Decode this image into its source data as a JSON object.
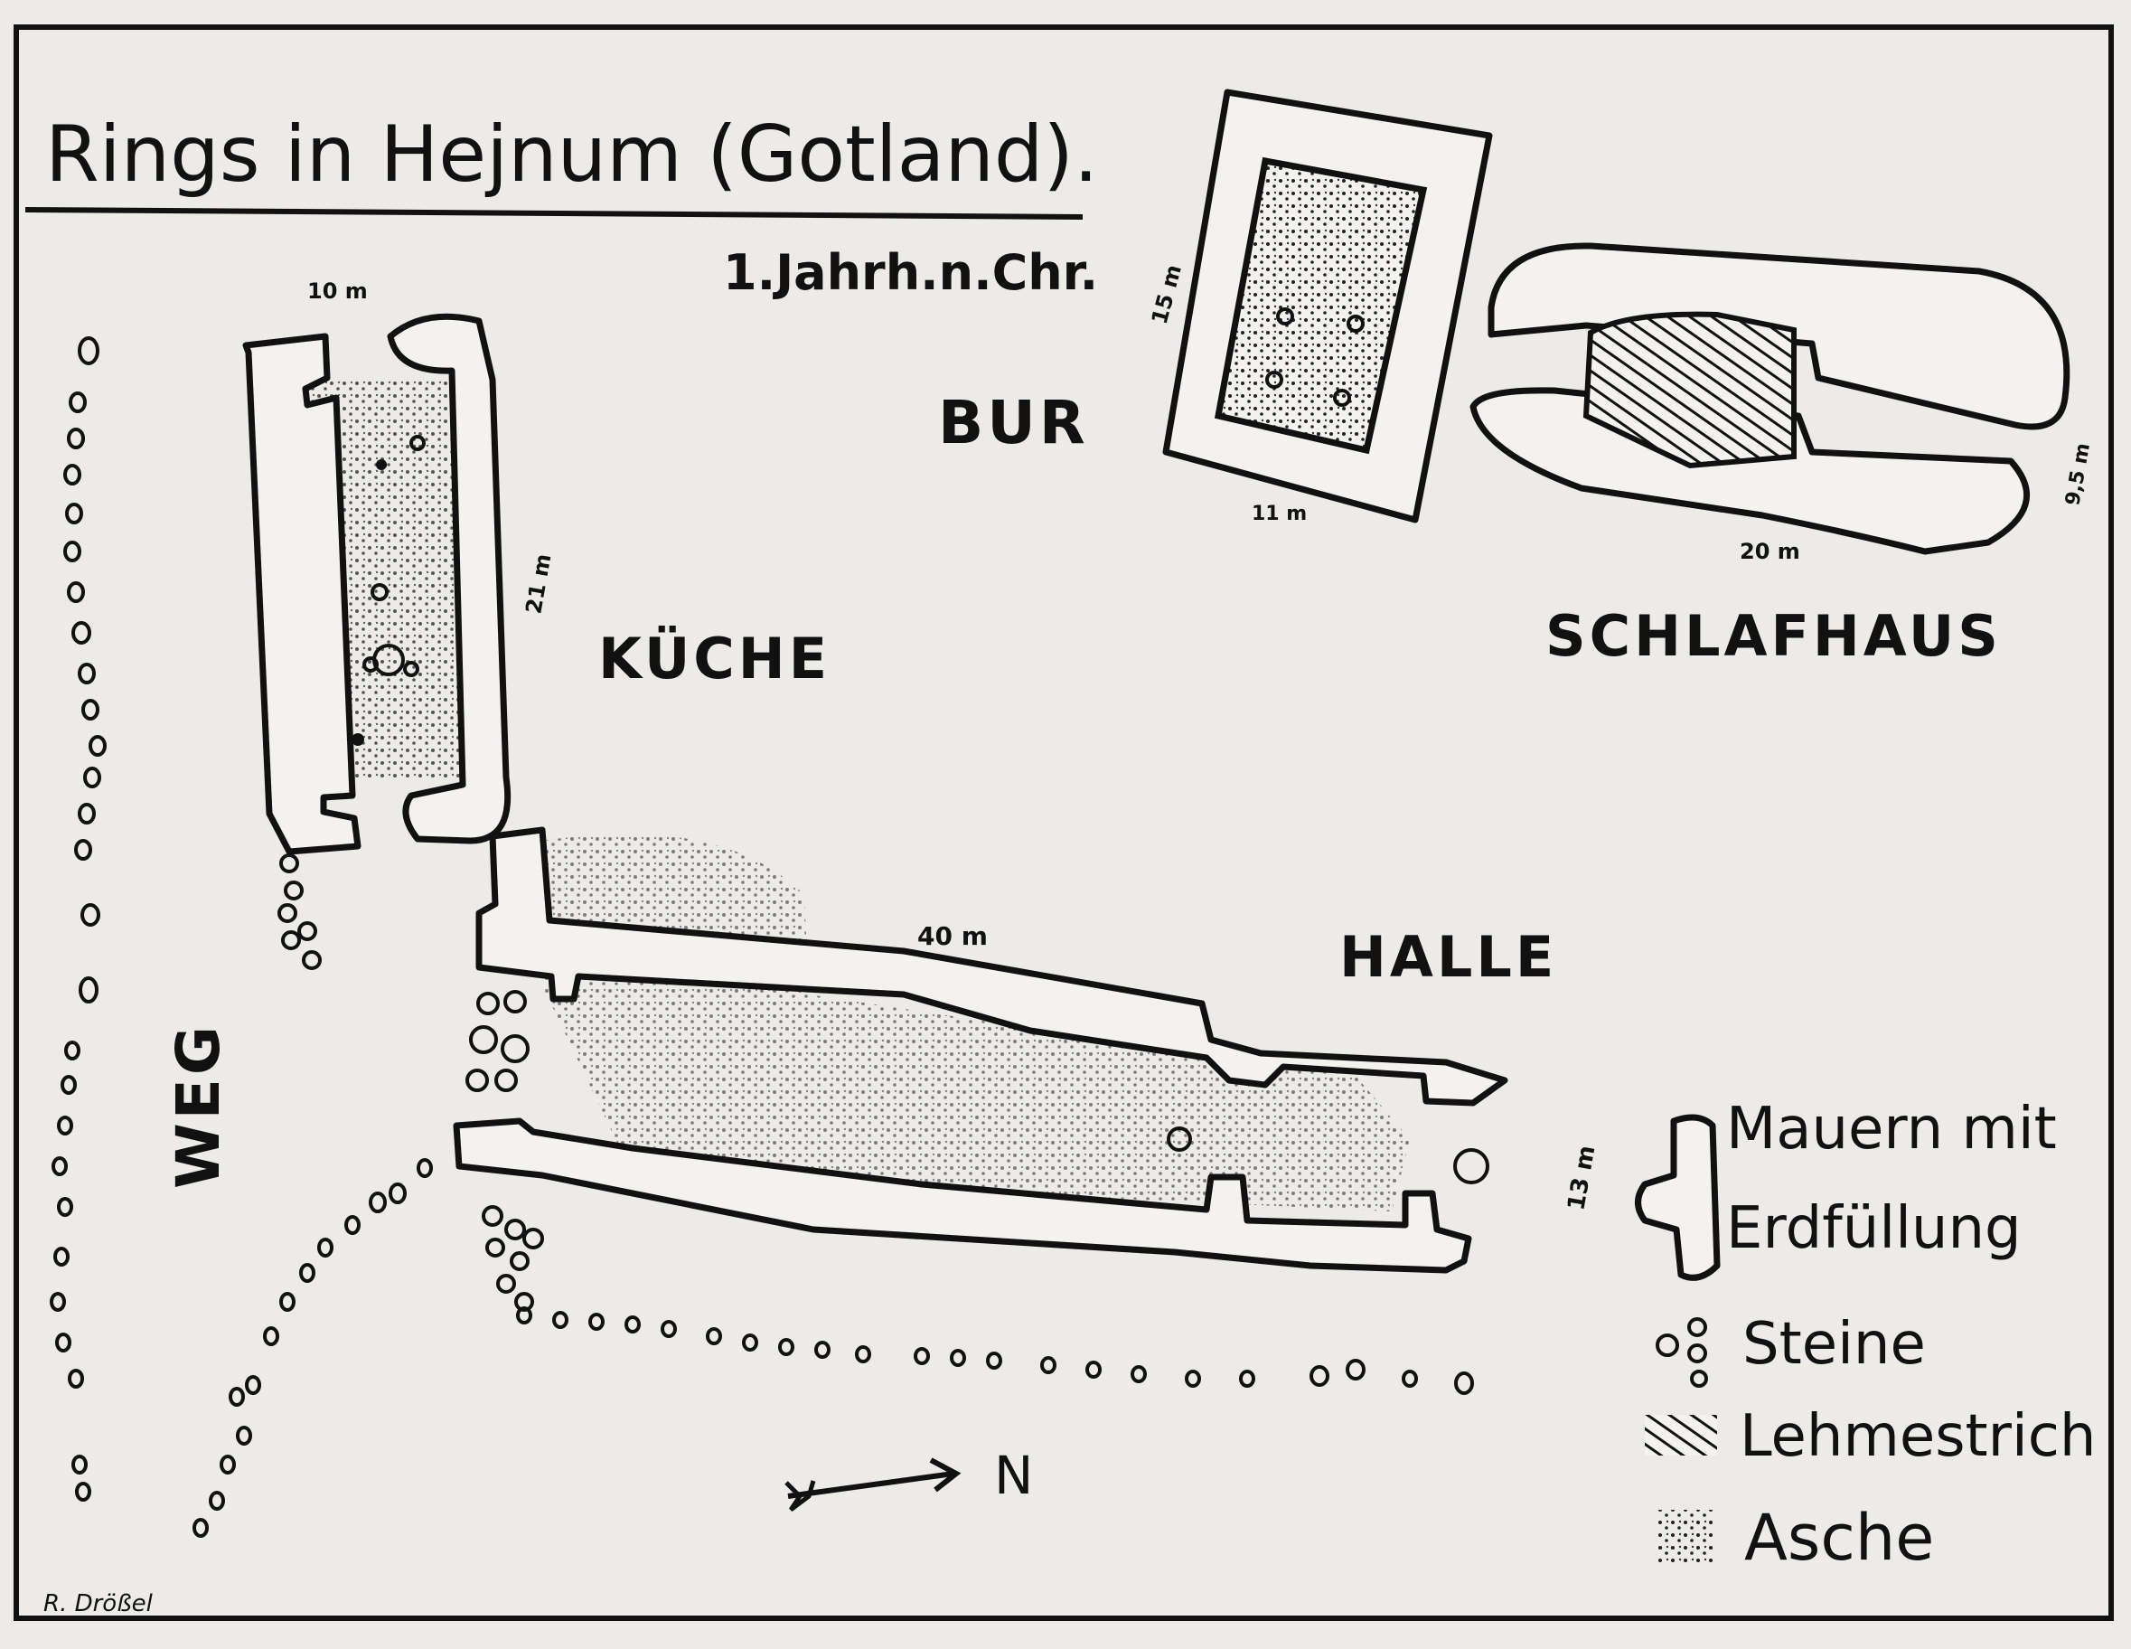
{
  "title": "Rings in Hejnum (Gotland).",
  "subtitle": "1.Jahrh.n.Chr.",
  "buildings": {
    "bur": "BUR",
    "kueche": "KÜCHE",
    "schlafhaus": "SCHLAFHAUS",
    "halle": "HALLE",
    "weg": "WEG"
  },
  "measurements": {
    "kueche_width": "10 m",
    "kueche_length": "21 m",
    "bur_height": "15 m",
    "bur_width": "11 m",
    "schlafhaus_width": "20 m",
    "schlafhaus_height": "9,5 m",
    "halle_length": "40 m",
    "halle_width": "13 m"
  },
  "north": "N",
  "legend": {
    "walls_line1": "Mauern mit",
    "walls_line2": "Erdfüllung",
    "stones": "Steine",
    "clay_floor": "Lehmestrich",
    "ash": "Asche"
  },
  "signature": "R. Drößel"
}
